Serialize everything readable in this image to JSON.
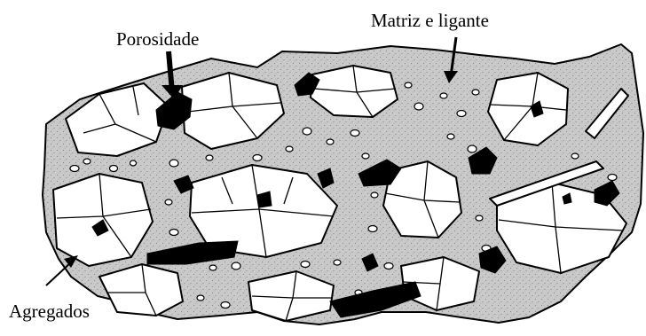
{
  "labels": {
    "porosity": "Porosidade",
    "matrix_binder": "Matriz e ligante",
    "aggregates": "Agregados"
  },
  "colors": {
    "matrix_fill": "#c9c9c9",
    "stipple": "#8a8a8a",
    "aggregate_fill": "#ffffff",
    "pore_fill": "#000000",
    "outline": "#000000"
  }
}
